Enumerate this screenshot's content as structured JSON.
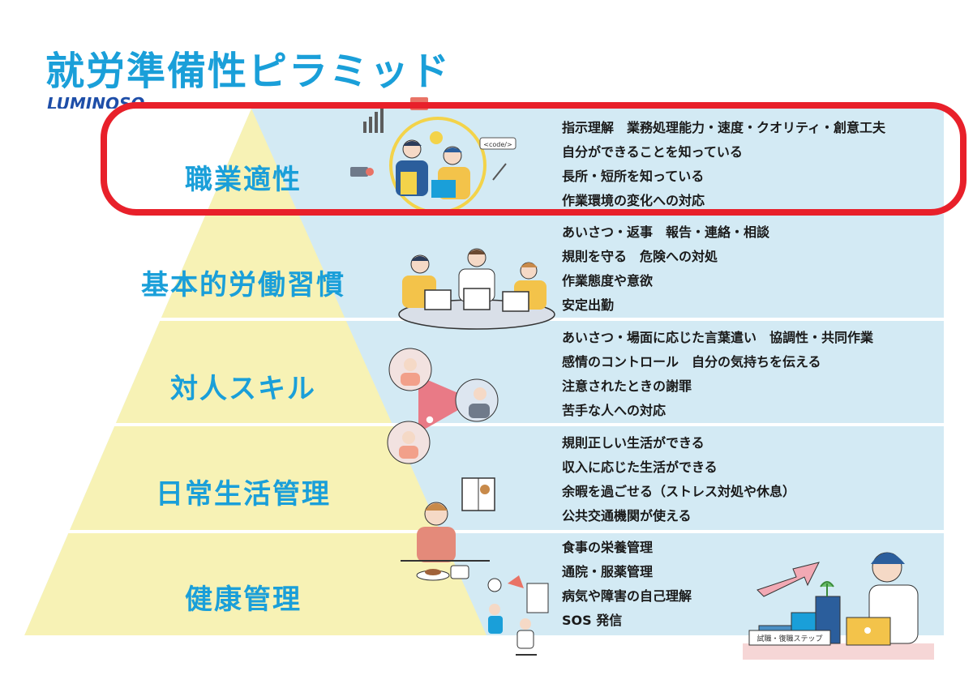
{
  "title": "就労準備性ピラミッド",
  "logo": {
    "text": "LUMINOSO"
  },
  "colors": {
    "accent": "#1a9fd9",
    "pyramid_fill": "#f7f2b5",
    "panel_fill": "#d3eaf4",
    "highlight": "#e8202a"
  },
  "tiers": [
    {
      "label": "職業適性",
      "items": [
        "指示理解　業務処理能力・速度・クオリティ・創意工夫",
        "自分ができることを知っている",
        "長所・短所を知っている",
        "作業環境の変化への対応"
      ]
    },
    {
      "label": "基本的労働習慣",
      "items": [
        "あいさつ・返事　報告・連絡・相談",
        "規則を守る　危険への対処",
        "作業態度や意欲",
        "安定出勤"
      ]
    },
    {
      "label": "対人スキル",
      "items": [
        "あいさつ・場面に応じた言葉遣い　協調性・共同作業",
        "感情のコントロール　自分の気持ちを伝える",
        "注意されたときの謝罪",
        "苦手な人への対応"
      ]
    },
    {
      "label": "日常生活管理",
      "items": [
        "規則正しい生活ができる",
        "収入に応じた生活ができる",
        "余暇を過ごせる（ストレス対処や休息）",
        "公共交通機関が使える"
      ]
    },
    {
      "label": "健康管理",
      "items": [
        "食事の栄養管理",
        "通院・服薬管理",
        "病気や障害の自己理解",
        "SOS 発信"
      ]
    }
  ],
  "illustration_labels": {
    "code_tag": "<code/>",
    "step_sign": "試職・復職ステップ"
  }
}
